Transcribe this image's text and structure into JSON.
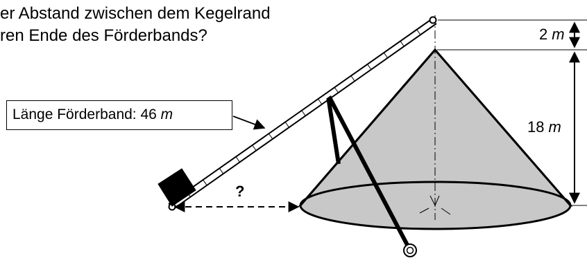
{
  "question": {
    "line1": "er Abstand zwischen dem Kegelrand",
    "line2": "ren Ende des Förderbands?"
  },
  "labels": {
    "belt_length_text": "Länge Förderband: 46",
    "belt_length_unit": "m",
    "top_gap_value": "2",
    "top_gap_unit": "m",
    "cone_height_value": "18",
    "cone_height_unit": "m",
    "unknown_distance": "?"
  },
  "colors": {
    "cone_fill": "#c8c8c8",
    "stroke": "#000000",
    "background": "#ffffff"
  }
}
